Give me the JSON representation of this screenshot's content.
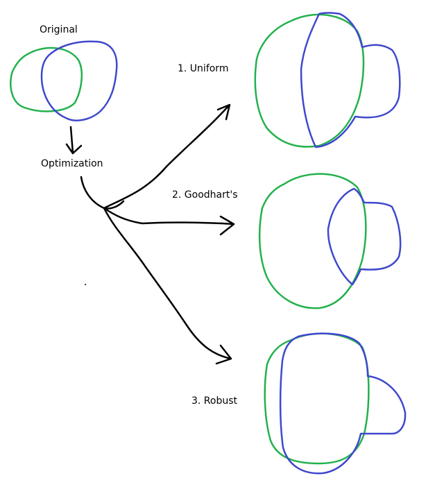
{
  "labels": {
    "original": "Original",
    "optimization": "Optimization",
    "uniform": "1. Uniform",
    "goodhart": "2. Goodhart's",
    "robust": "3. Robust"
  },
  "colors": {
    "green": "#22b14c",
    "blue": "#3f48cc",
    "arrow": "#000000"
  }
}
